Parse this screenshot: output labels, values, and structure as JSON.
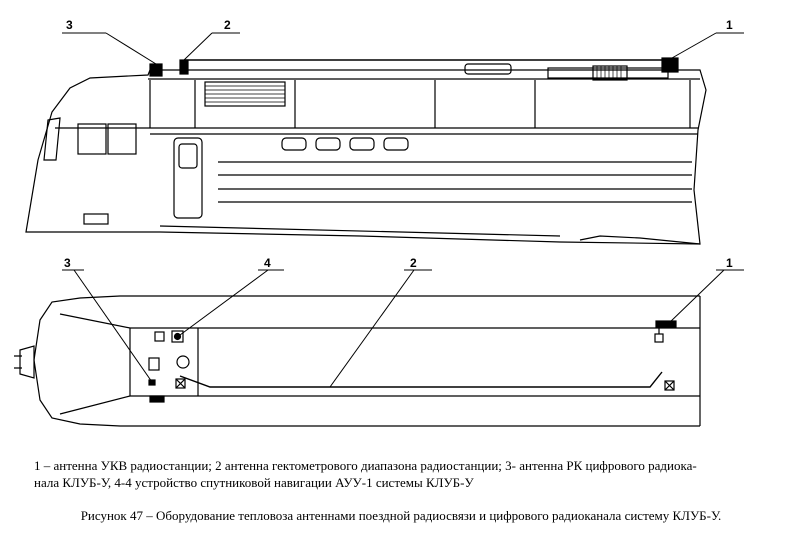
{
  "callouts": {
    "side_view": [
      "3",
      "2",
      "1"
    ],
    "top_view": [
      "3",
      "4",
      "2",
      "1"
    ]
  },
  "legend": {
    "line1": "1 – антенна УКВ радиостанции; 2 антенна гектометрового диапазона радиостанции; 3- антенна РК цифрового радиока-",
    "line2": "нала КЛУБ-У, 4-4 устройство спутниковой навигации АУУ-1 системы КЛУБ-У"
  },
  "caption": "Рисунок 47 – Оборудование тепловоза антеннами поездной радиосвязи и цифрового радиоканала систему КЛУБ-У."
}
